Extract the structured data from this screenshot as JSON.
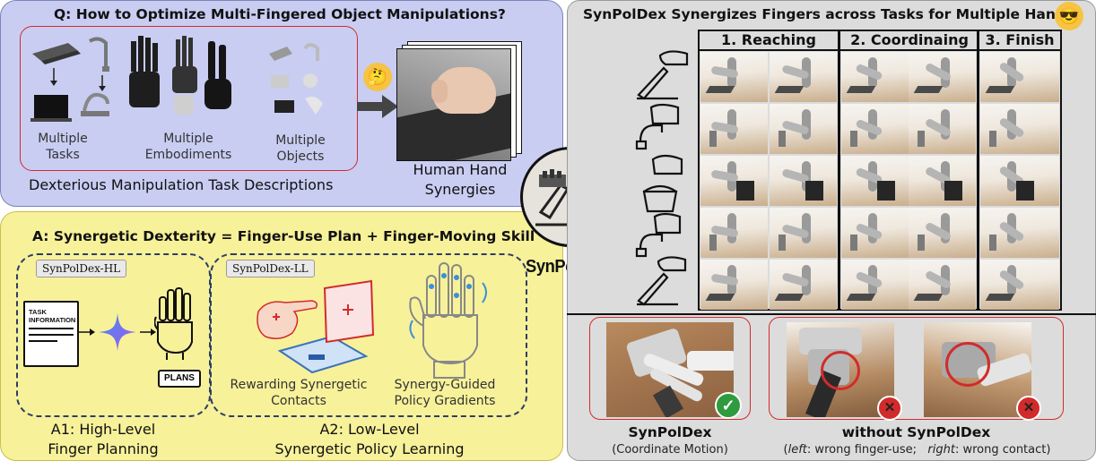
{
  "question_panel": {
    "title": "Q: How to Optimize Multi-Fingered Object Manipulations?",
    "items": [
      "Multiple\nTasks",
      "Multiple\nEmbodiments",
      "Multiple\nObjects"
    ],
    "caption": "Dexterious Manipulation Task Descriptions",
    "human_label": "Human Hand\nSynergies"
  },
  "answer_panel": {
    "title": "A: Synergetic Dexterity = Finger-Use Plan + Finger-Moving Skill",
    "hl_tag": "SynPolDex-HL",
    "ll_tag": "SynPolDex-LL",
    "task_doc": "TASK\nINFORMATION",
    "plans": "PLANS",
    "contacts_label": "Rewarding Synergetic\nContacts",
    "gradients_label": "Synergy-Guided\nPolicy Gradients",
    "a1": "A1:  High-Level\nFinger Planning",
    "a2": "A2:  Low-Level\nSynergetic Policy Learning"
  },
  "logo": {
    "text": "SynPolDex"
  },
  "right_panel": {
    "title": "SynPolDex Synergizes Fingers across Tasks for Multiple Hands",
    "columns": [
      "1. Reaching",
      "2. Coordinaing",
      "3. Finish"
    ],
    "compare": {
      "good_title": "SynPolDex",
      "good_sub": "(Coordinate Motion)",
      "bad_title": "without SynPolDex",
      "bad_sub_left_em": "left",
      "bad_sub_left": ": wrong finger-use;",
      "bad_sub_right_em": "right",
      "bad_sub_right": ": wrong contact)",
      "bad_sub_open": "("
    }
  },
  "colors": {
    "q_bg": "#c9cdf2",
    "a_bg": "#f7f19a",
    "right_bg": "#dcdcdc",
    "accent_red": "#d22b2b",
    "dashed": "#2c3e66",
    "check_green": "#2e9b3e"
  }
}
